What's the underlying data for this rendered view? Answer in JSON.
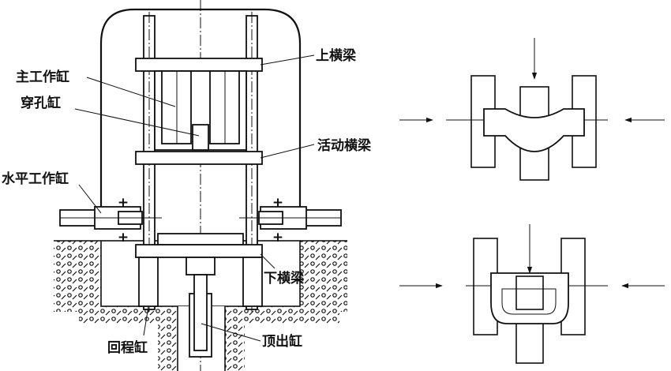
{
  "labels": {
    "upper_beam": "上横梁",
    "main_cylinder": "主工作缸",
    "piercing_cylinder": "穿孔缸",
    "moving_beam": "活动横梁",
    "horizontal_cylinder": "水平工作缸",
    "lower_beam": "下横梁",
    "return_cylinder": "回程缸",
    "ejector_cylinder": "顶出缸"
  },
  "symbols": {
    "plus": "+"
  },
  "colors": {
    "stroke": "#111111",
    "background": "#ffffff"
  }
}
